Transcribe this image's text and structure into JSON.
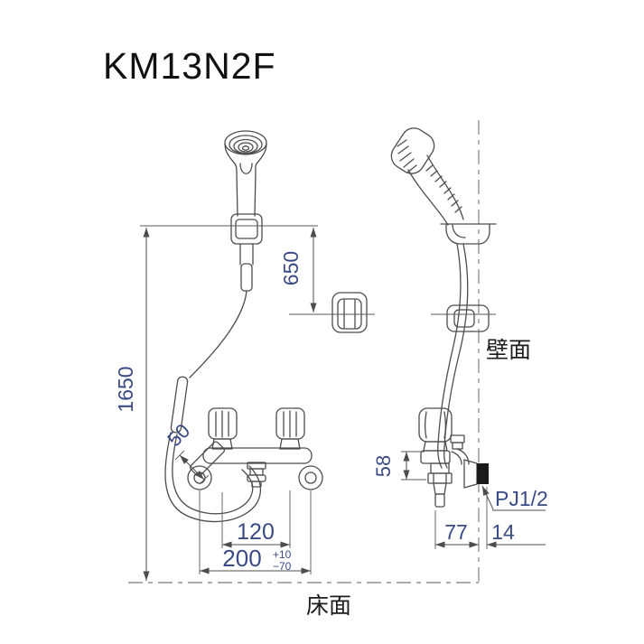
{
  "title": "KM13N2F",
  "colors": {
    "background": "#ffffff",
    "line": "#4d4d4d",
    "dimension_text": "#3a4a85",
    "label_text": "#1c1c1c",
    "flange_fill": "#1a1a1a"
  },
  "labels": {
    "wall_surface": "壁面",
    "floor_surface": "床面"
  },
  "dimensions": {
    "shower_hook_height": "1650",
    "hanger_drop": "650",
    "shower_elbow_offset": "50",
    "handle_pitch": "120",
    "mount_pitch": "200",
    "mount_tol_plus": "+10",
    "mount_tol_minus": "−70",
    "valve_section_height": "58",
    "wall_to_outlet": "77",
    "wall_thickness": "14",
    "connection_thread": "PJ1/2"
  }
}
